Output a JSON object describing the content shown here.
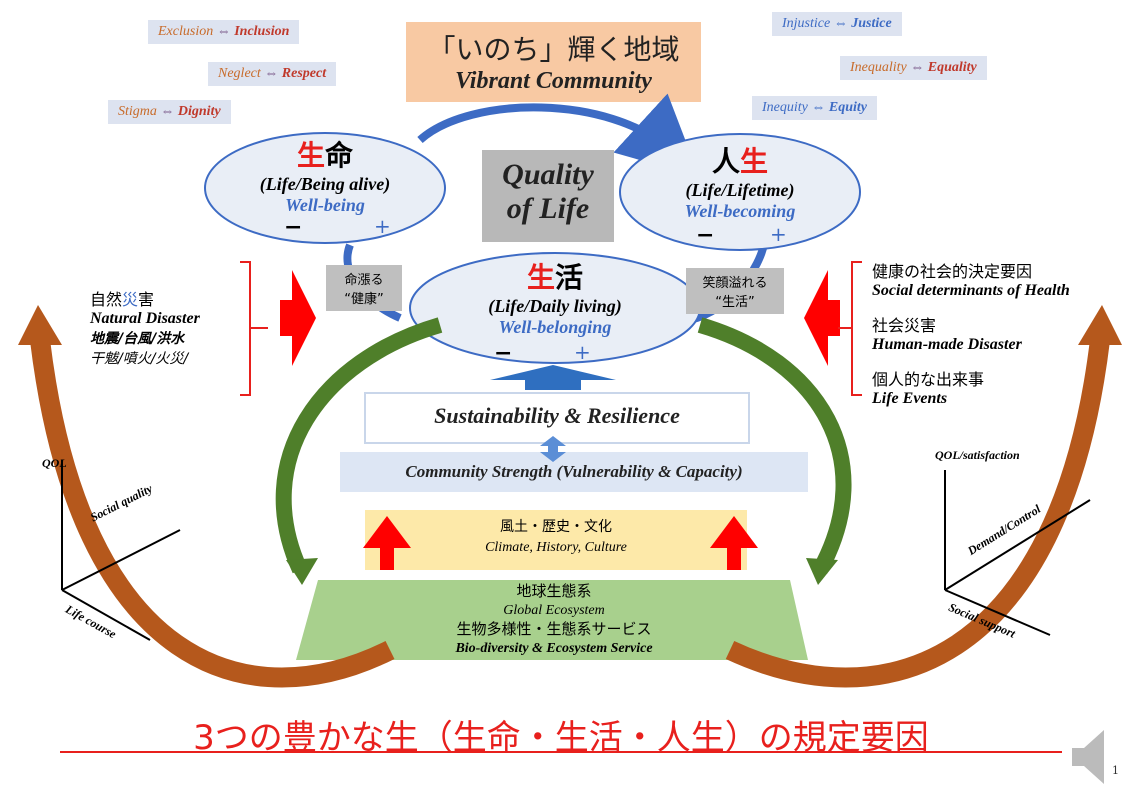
{
  "title": {
    "jp": "「いのち」輝く地域",
    "en": "Vibrant Community"
  },
  "left_tags": [
    {
      "neg": "Exclusion",
      "arrow": "⇔",
      "pos": "Inclusion"
    },
    {
      "neg": "Neglect",
      "arrow": "⇔",
      "pos": "Respect"
    },
    {
      "neg": "Stigma",
      "arrow": "⇔",
      "pos": "Dignity"
    }
  ],
  "right_tags": [
    {
      "neg": "Injustice",
      "arrow": "⇔",
      "pos": "Justice"
    },
    {
      "neg": "Inequality",
      "arrow": "⇔",
      "pos": "Equality"
    },
    {
      "neg": "Inequity",
      "arrow": "⇔",
      "pos": "Equity"
    }
  ],
  "center_box": {
    "line1": "Quality",
    "line2": "of Life"
  },
  "ellipse_life": {
    "kanji_red": "生",
    "kanji_black": "命",
    "en": "(Life/Being alive)",
    "well": "Well-being",
    "minus": "−",
    "plus": "+"
  },
  "ellipse_lifetime": {
    "kanji_black": "人",
    "kanji_red": "生",
    "en": "(Life/Lifetime)",
    "well": "Well-becoming",
    "minus": "−",
    "plus": "+"
  },
  "ellipse_daily": {
    "kanji_red": "生",
    "kanji_black": "活",
    "en": "(Life/Daily living)",
    "well": "Well-belonging",
    "minus": "−",
    "plus": "+"
  },
  "grey_left": {
    "line1": "命漲る",
    "line2": "“健康”"
  },
  "grey_right": {
    "line1": "笑顔溢れる",
    "line2": "“生活”"
  },
  "left_disaster": {
    "jp_a": "自然",
    "jp_b": "災",
    "jp_c": "害",
    "en": "Natural Disaster",
    "list1": "地震/台風/洪水",
    "list2": "干魃/噴火/火災/"
  },
  "right_factors": [
    {
      "jp": "健康の社会的決定要因",
      "en": "Social determinants of Health"
    },
    {
      "jp": "社会災害",
      "en": "Human-made Disaster"
    },
    {
      "jp": "個人的な出来事",
      "en": "Life Events"
    }
  ],
  "sustainability": "Sustainability & Resilience",
  "community_strength": "Community Strength (Vulnerability & Capacity)",
  "culture": {
    "jp": "風土・歴史・文化",
    "en": "Climate, History, Culture"
  },
  "ecosystem": {
    "jp1": "地球生態系",
    "en1": "Global Ecosystem",
    "jp2": "生物多様性・生態系サービス",
    "en2": "Bio-diversity & Ecosystem Service"
  },
  "left_axes": {
    "y": "QOL",
    "diag": "Social quality",
    "x": "Life course"
  },
  "right_axes": {
    "y": "QOL/satisfaction",
    "diag": "Demand/Control",
    "x": "Social support"
  },
  "bottom_title": "3つの豊かな生（生命・生活・人生）の規定要因",
  "page_number": "1",
  "speaker_icon": "speaker-icon",
  "colors": {
    "red": "#e8201d",
    "blue": "#3d6bc4",
    "brown": "#b5581c",
    "green": "#4f7f2a",
    "ellipse": "#e9eef6",
    "title_bg": "#f8c9a3"
  }
}
